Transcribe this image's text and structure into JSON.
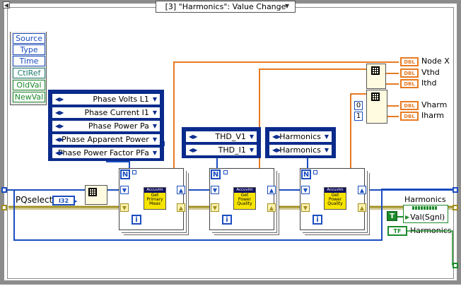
{
  "event_case": {
    "selector": "[3] \"Harmonics\": Value Change"
  },
  "event_data_node": {
    "items": [
      "Source",
      "Type",
      "Time",
      "CtlRef",
      "OldVal",
      "NewVal"
    ]
  },
  "phase_enum_array": {
    "items": [
      "Phase Volts L1",
      "Phase Current I1",
      "Phase Power Pa",
      "Phase Apparent Power",
      "Phase Power Factor PFa"
    ]
  },
  "thd_enum_array": {
    "items": [
      "THD_V1",
      "THD_I1"
    ]
  },
  "harmonics_enum_array": {
    "items": [
      "Harmonics",
      "Harmonics"
    ]
  },
  "loops": [
    {
      "count_label": "N",
      "iter_label": "i",
      "subvi_header": "Accuvim",
      "subvi_text": "Get Primary Meas"
    },
    {
      "count_label": "N",
      "iter_label": "i",
      "subvi_header": "Accuvim",
      "subvi_text": "Get Power Quality"
    },
    {
      "count_label": "N",
      "iter_label": "i",
      "subvi_header": "Accuvim",
      "subvi_text": "Get Power Quality"
    }
  ],
  "pqselect": {
    "label": "PQselect",
    "type": "I32"
  },
  "outputs": {
    "dbl_tag": "DBL",
    "node_x": "Node X",
    "vthd": "Vthd",
    "ithd": "Ithd",
    "vharm": "Vharm",
    "iharm": "Iharm"
  },
  "index_constants": [
    "0",
    "1"
  ],
  "harmonics_control": {
    "label": "Harmonics",
    "bool_tag": "TF",
    "bool_const": "T",
    "val_sgnl": "Val(Sgnl)",
    "prop_label": "Harmonics"
  },
  "colors": {
    "integer_wire": "#1a4dbf",
    "dbl_wire": "#e87a22",
    "error_wire": "#a08e1e",
    "boolean": "#1d8a2a",
    "structure_border": "#8c8c8c"
  }
}
